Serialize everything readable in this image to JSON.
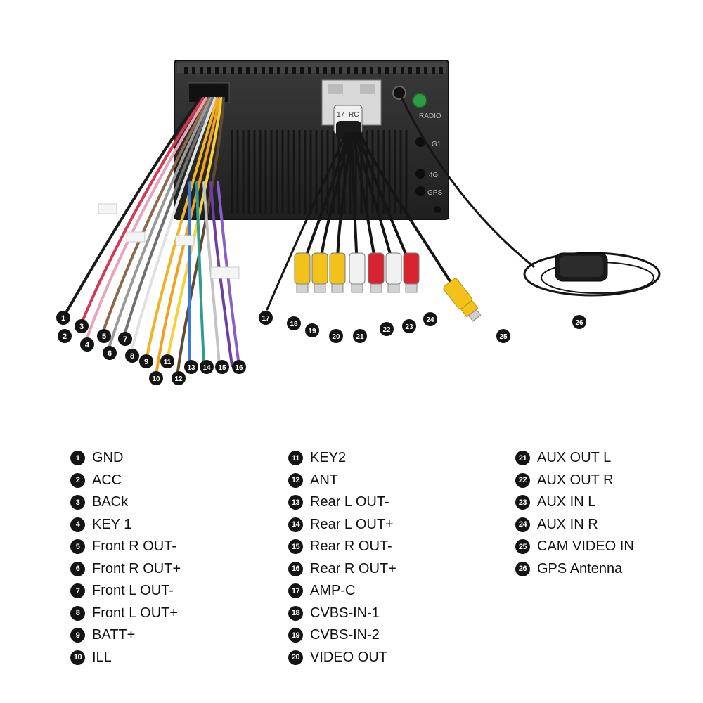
{
  "unit": {
    "panel_labels": [
      "RADIO",
      "G1",
      "4G",
      "GPS"
    ],
    "plug_tag": "RC",
    "plug_tag_num": "17"
  },
  "callout_numbers": [
    "1",
    "2",
    "3",
    "4",
    "5",
    "6",
    "7",
    "8",
    "9",
    "10",
    "11",
    "12",
    "13",
    "14",
    "15",
    "16",
    "17",
    "18",
    "19",
    "20",
    "21",
    "22",
    "23",
    "24",
    "25",
    "26"
  ],
  "legend": {
    "columns": [
      [
        {
          "num": "1",
          "label": "GND"
        },
        {
          "num": "2",
          "label": "ACC"
        },
        {
          "num": "3",
          "label": "BACk"
        },
        {
          "num": "4",
          "label": "KEY 1"
        },
        {
          "num": "5",
          "label": "Front R OUT-"
        },
        {
          "num": "6",
          "label": "Front R OUT+"
        },
        {
          "num": "7",
          "label": "Front L OUT-"
        },
        {
          "num": "8",
          "label": "Front L OUT+"
        },
        {
          "num": "9",
          "label": "BATT+"
        },
        {
          "num": "10",
          "label": "ILL"
        }
      ],
      [
        {
          "num": "11",
          "label": "KEY2"
        },
        {
          "num": "12",
          "label": "ANT"
        },
        {
          "num": "13",
          "label": "Rear L OUT-"
        },
        {
          "num": "14",
          "label": "Rear L OUT+"
        },
        {
          "num": "15",
          "label": "Rear R OUT-"
        },
        {
          "num": "16",
          "label": "Rear R OUT+"
        },
        {
          "num": "17",
          "label": "AMP-C"
        },
        {
          "num": "18",
          "label": "CVBS-IN-1"
        },
        {
          "num": "19",
          "label": "CVBS-IN-2"
        },
        {
          "num": "20",
          "label": "VIDEO OUT"
        }
      ],
      [
        {
          "num": "21",
          "label": "AUX OUT L"
        },
        {
          "num": "22",
          "label": "AUX OUT R"
        },
        {
          "num": "23",
          "label": "AUX IN L"
        },
        {
          "num": "24",
          "label": "AUX IN R"
        },
        {
          "num": "25",
          "label": "CAM VIDEO IN"
        },
        {
          "num": "26",
          "label": "GPS Antenna"
        }
      ]
    ]
  },
  "colors": {
    "rca_yellow": "#f2c21b",
    "rca_red": "#d8242f",
    "rca_white": "#f1f1f1",
    "unit_body": "#2b2b2b",
    "gps_green": "#2f9c45"
  }
}
